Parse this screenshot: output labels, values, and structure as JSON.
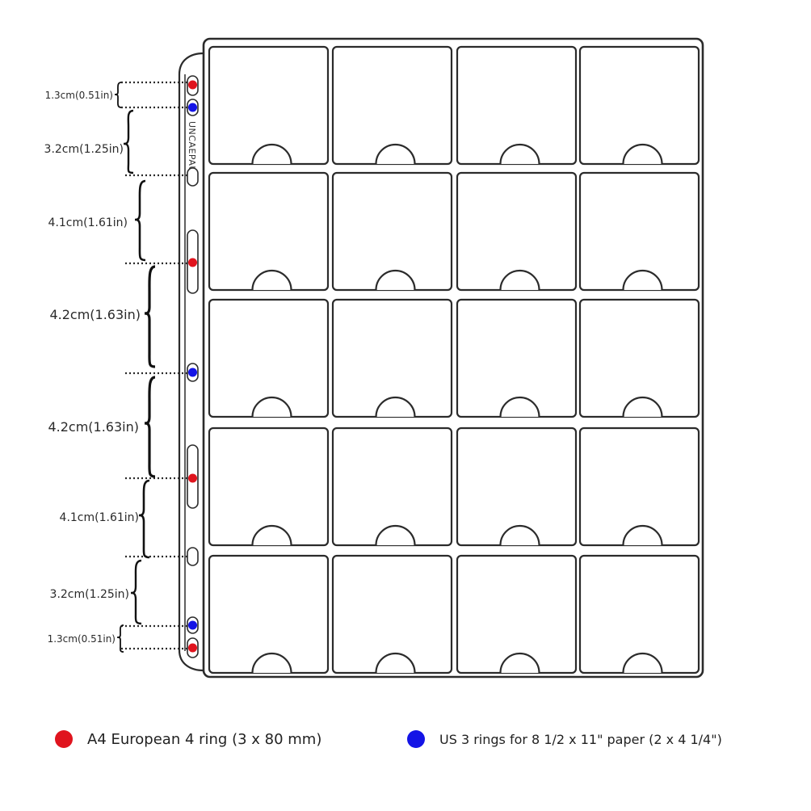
{
  "sheet": {
    "brand": "UNCAEPAUL",
    "rows": 5,
    "cols": 4
  },
  "dimensions": [
    {
      "label": "1.3cm(0.51in)"
    },
    {
      "label": "3.2cm(1.25in)"
    },
    {
      "label": "4.1cm(1.61in)"
    },
    {
      "label": "4.2cm(1.63in)"
    },
    {
      "label": "4.2cm(1.63in)"
    },
    {
      "label": "4.1cm(1.61in)"
    },
    {
      "label": "3.2cm(1.25in)"
    },
    {
      "label": "1.3cm(0.51in)"
    }
  ],
  "legend": {
    "a4": {
      "label": "A4 European 4 ring (3 x 80 mm)",
      "color": "#e0141e"
    },
    "us": {
      "label": "US 3 rings for 8 1/2 x 11\" paper (2 x 4 1/4\")",
      "color": "#1414e6"
    }
  },
  "colors": {
    "outline": "#2b2b2b",
    "red_hole": "#e0141e",
    "blue_hole": "#1414e6"
  }
}
